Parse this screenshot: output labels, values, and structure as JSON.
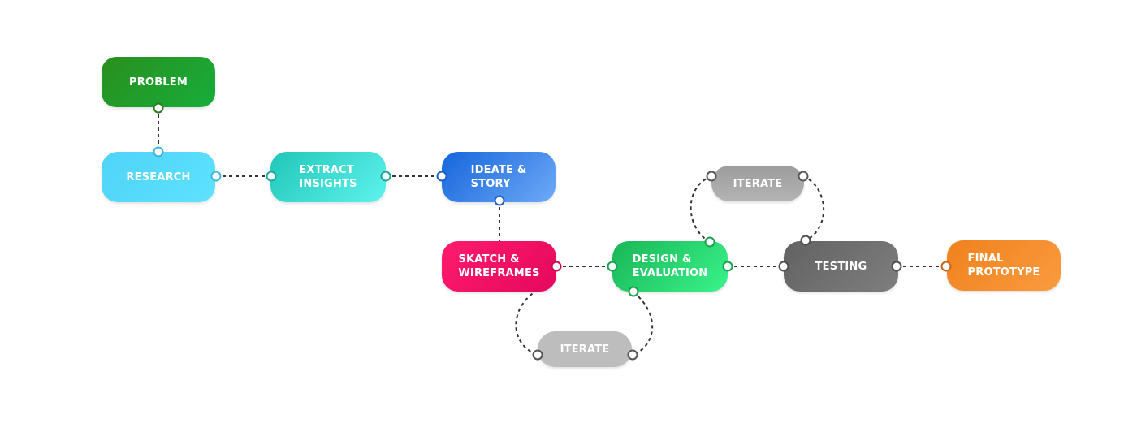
{
  "nodes": {
    "problem": "PROBLEM",
    "research": "RESEARCH",
    "extract": "EXTRACT\nINSIGHTS",
    "ideate": "IDEATE &\nSTORY",
    "sketch": "SKATCH &\nWIREFRAMES",
    "design": "DESIGN &\nEVALUATION",
    "testing": "TESTING",
    "final": "FINAL\nPROTOTYPE",
    "iterate_top": "ITERATE",
    "iterate_bottom": "ITERATE"
  },
  "colors": {
    "problem": "#1f9e2c",
    "research": "#55dafc",
    "extract": "#3bdcd3",
    "ideate": "#3b86ea",
    "sketch": "#f2136a",
    "design": "#28d46f",
    "testing": "#6e6e6e",
    "final": "#f58a2b",
    "iterate": "#b0b0b0",
    "connector": "#333333"
  }
}
